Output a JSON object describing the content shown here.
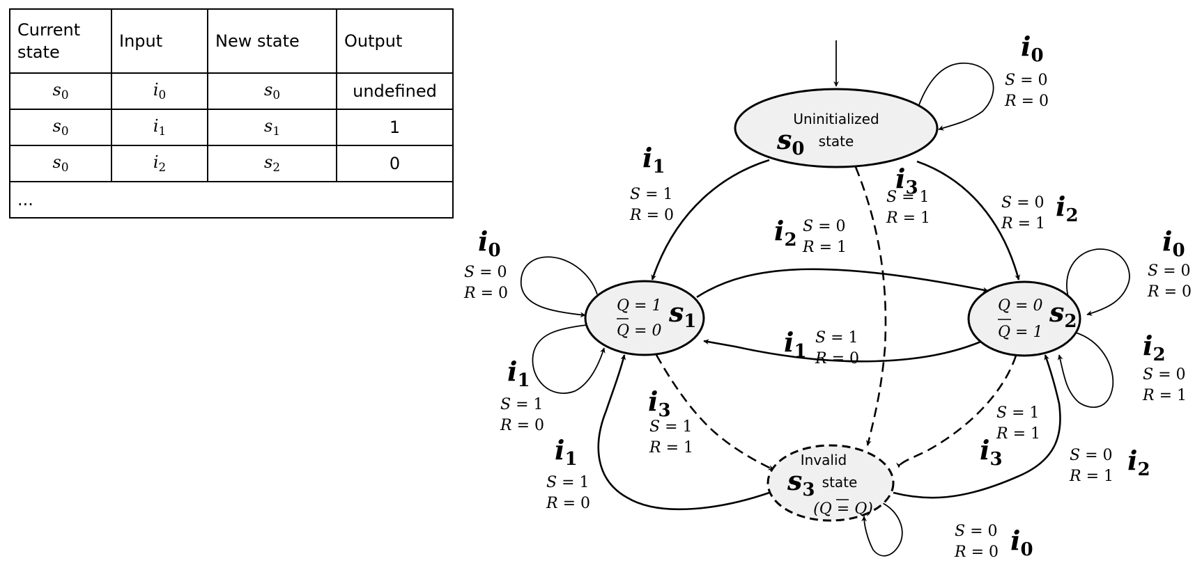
{
  "table": {
    "headers": [
      "Current state",
      "Input",
      "New state",
      "Output"
    ],
    "header_lines": [
      [
        "Current",
        "state"
      ],
      [
        "Input"
      ],
      [
        "New state"
      ],
      [
        "Output"
      ]
    ],
    "rows": [
      {
        "current": {
          "base": "s",
          "sub": "0"
        },
        "input": {
          "base": "i",
          "sub": "0"
        },
        "new": {
          "base": "s",
          "sub": "0"
        },
        "output": "undefined"
      },
      {
        "current": {
          "base": "s",
          "sub": "0"
        },
        "input": {
          "base": "i",
          "sub": "1"
        },
        "new": {
          "base": "s",
          "sub": "1"
        },
        "output": "1"
      },
      {
        "current": {
          "base": "s",
          "sub": "0"
        },
        "input": {
          "base": "i",
          "sub": "2"
        },
        "new": {
          "base": "s",
          "sub": "2"
        },
        "output": "0"
      }
    ],
    "ellipsis": "..."
  },
  "diagram": {
    "states": [
      {
        "id": "s0",
        "base": "s",
        "sub": "0",
        "desc": [
          "Uninitialized",
          "state"
        ],
        "style": "solid",
        "initial": true
      },
      {
        "id": "s1",
        "base": "s",
        "sub": "1",
        "q": "Q = 1",
        "qbar": "Q = 0",
        "style": "solid"
      },
      {
        "id": "s2",
        "base": "s",
        "sub": "2",
        "q": "Q = 0",
        "qbar": "Q = 1",
        "style": "solid"
      },
      {
        "id": "s3",
        "base": "s",
        "sub": "3",
        "desc": [
          "Invalid",
          "state"
        ],
        "q_eq": "(Q = Q)",
        "style": "dashed"
      }
    ],
    "transitions": [
      {
        "from": "s0",
        "to": "s0",
        "input": "0",
        "S": "0",
        "R": "0",
        "style": "solid"
      },
      {
        "from": "s0",
        "to": "s1",
        "input": "1",
        "S": "1",
        "R": "0",
        "style": "solid"
      },
      {
        "from": "s0",
        "to": "s2",
        "input": "2",
        "S": "0",
        "R": "1",
        "style": "solid"
      },
      {
        "from": "s0",
        "to": "s3",
        "input": "3",
        "S": "1",
        "R": "1",
        "style": "dashed"
      },
      {
        "from": "s1",
        "to": "s1",
        "input": "0",
        "S": "0",
        "R": "0",
        "style": "solid"
      },
      {
        "from": "s1",
        "to": "s1",
        "input": "1",
        "S": "1",
        "R": "0",
        "style": "solid"
      },
      {
        "from": "s1",
        "to": "s2",
        "input": "2",
        "S": "0",
        "R": "1",
        "style": "solid"
      },
      {
        "from": "s1",
        "to": "s3",
        "input": "3",
        "S": "1",
        "R": "1",
        "style": "dashed"
      },
      {
        "from": "s2",
        "to": "s2",
        "input": "0",
        "S": "0",
        "R": "0",
        "style": "solid"
      },
      {
        "from": "s2",
        "to": "s2",
        "input": "2",
        "S": "0",
        "R": "1",
        "style": "solid"
      },
      {
        "from": "s2",
        "to": "s1",
        "input": "1",
        "S": "1",
        "R": "0",
        "style": "solid"
      },
      {
        "from": "s2",
        "to": "s3",
        "input": "3",
        "S": "1",
        "R": "1",
        "style": "dashed"
      },
      {
        "from": "s3",
        "to": "s3",
        "input": "0",
        "S": "0",
        "R": "0",
        "style": "solid"
      },
      {
        "from": "s3",
        "to": "s1",
        "input": "1",
        "S": "1",
        "R": "0",
        "style": "solid"
      },
      {
        "from": "s3",
        "to": "s2",
        "input": "2",
        "S": "0",
        "R": "1",
        "style": "solid"
      }
    ],
    "labels": {
      "input_letter": "i",
      "S_letter": "S",
      "R_letter": "R",
      "eq": " = "
    }
  }
}
